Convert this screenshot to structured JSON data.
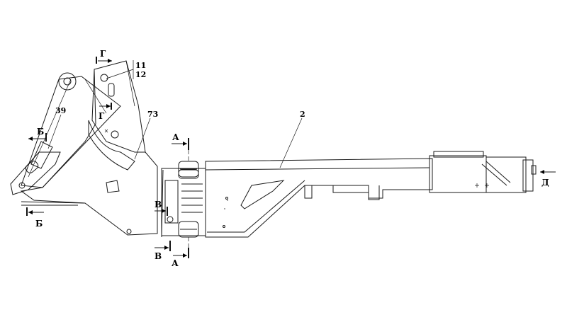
{
  "drawing": {
    "callouts": {
      "p11": "11",
      "p12": "12",
      "p39": "39",
      "p73": "73",
      "p2": "2"
    },
    "sections": {
      "g_top": "Г",
      "g_bottom": "Г",
      "b_top": "Б",
      "b_bottom": "Б",
      "a_top": "А",
      "a_bottom": "А",
      "v_top": "В",
      "v_bottom": "В",
      "d_view": "Д"
    }
  }
}
